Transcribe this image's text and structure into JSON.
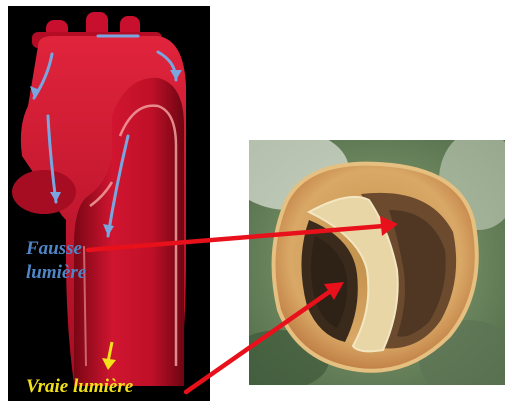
{
  "labels": {
    "false_lumen_line1": "Fausse",
    "false_lumen_line2": "lumière",
    "true_lumen": "Vraie lumière"
  },
  "colors": {
    "background": "#ffffff",
    "panel": "#000000",
    "aorta": "#c8102e",
    "false_lumen_label": "#4f86c6",
    "true_lumen_label": "#f2e21a",
    "pointer_arrow": "#e8101a"
  },
  "icons": {
    "pointer": "red-arrow",
    "flow": "blue-flow-arrow",
    "marker": "yellow-down-arrow"
  }
}
